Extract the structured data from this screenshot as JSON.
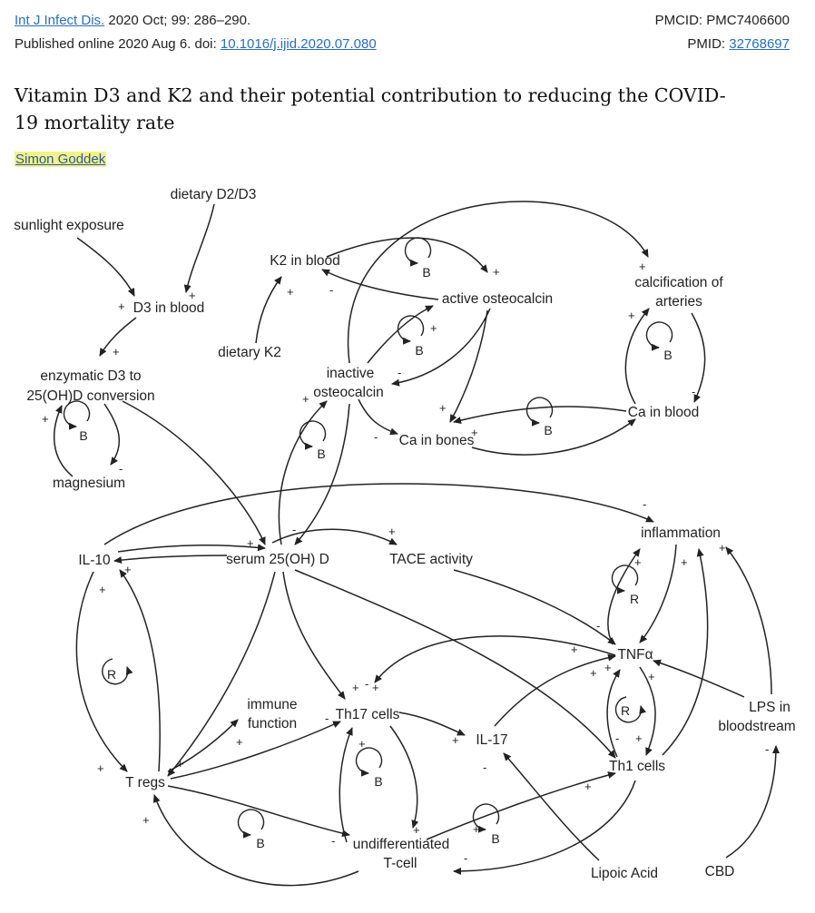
{
  "header": {
    "journal": "Int J Infect Dis.",
    "issue": " 2020 Oct; 99: 286–290.",
    "published": "Published online 2020 Aug 6. doi: ",
    "doi": "10.1016/j.ijid.2020.07.080",
    "pmcid": "PMCID: PMC7406600",
    "pmid_label": "PMID: ",
    "pmid": "32768697"
  },
  "article": {
    "title": "Vitamin D3 and K2 and their potential contribution to reducing the COVID-19 mortality rate",
    "author": "Simon Goddek"
  },
  "diagram": {
    "nodes": {
      "dietary_d2d3": "dietary D2/D3",
      "sunlight": "sunlight exposure",
      "d3_blood": "D3 in blood",
      "enzymatic_1": "enzymatic D3 to",
      "enzymatic_2": "25(OH)D conversion",
      "magnesium": "magnesium",
      "k2_blood": "K2 in blood",
      "dietary_k2": "dietary K2",
      "active_osteocalcin": "active osteocalcin",
      "inactive_1": "inactive",
      "inactive_2": "osteocalcin",
      "ca_bones": "Ca in bones",
      "calcification_1": "calcification of",
      "calcification_2": "arteries",
      "ca_blood": "Ca in blood",
      "il10": "IL-10",
      "serum": "serum 25(OH) D",
      "tace": "TACE activity",
      "inflammation": "inflammation",
      "tnfa": "TNFα",
      "immune_1": "immune",
      "immune_2": "function",
      "th17": "Th17 cells",
      "il17": "IL-17",
      "lps_1": "LPS in",
      "lps_2": "bloodstream",
      "th1": "Th1 cells",
      "tregs": "T regs",
      "undiff_1": "undifferentiated",
      "undiff_2": "T-cell",
      "lipoic": "Lipoic Acid",
      "cbd": "CBD"
    },
    "loops": {
      "b": "B",
      "r": "R"
    },
    "signs": {
      "plus": "+",
      "minus": "-"
    }
  }
}
